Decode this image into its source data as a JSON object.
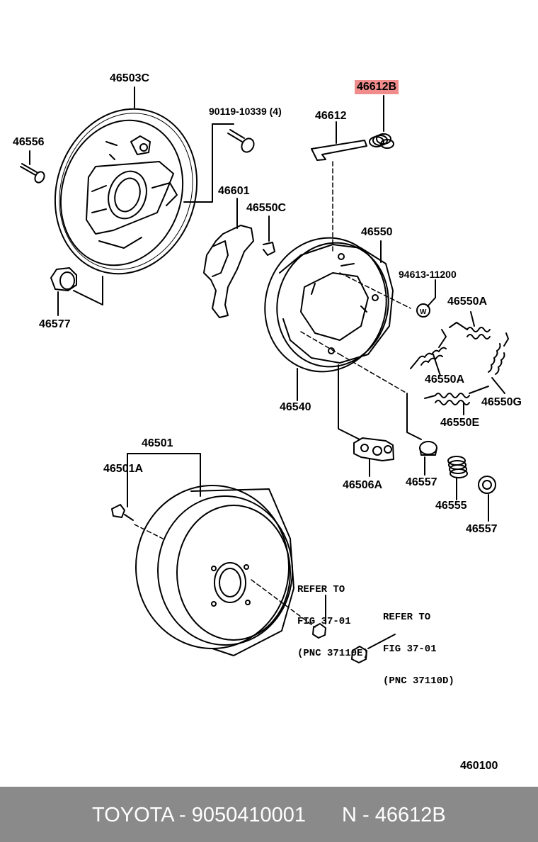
{
  "highlight_color": "#f08c8c",
  "part_labels": {
    "backing_plate": "46503C",
    "highlighted_part": "46612B",
    "bolt": "90119-10339 (4)",
    "strut": "46612",
    "plug_bolt": "46556",
    "lever": "46601",
    "clip_c": "46550C",
    "shoe_set": "46550",
    "washer": "94613-11200",
    "spring_a_top": "46550A",
    "spring_a_mid": "46550A",
    "spring_g": "46550G",
    "spring_e": "46550E",
    "grommet": "46577",
    "shoe": "46540",
    "drum": "46501",
    "hub_bolt": "46501A",
    "wheel_cylinder": "46506A",
    "cup_1": "46557",
    "spring_55": "46555",
    "cup_2": "46557",
    "drawing_number": "460100"
  },
  "refer_1": {
    "line1": "REFER TO",
    "line2": "FIG 37-01",
    "line3": "(PNC 37110E)"
  },
  "refer_2": {
    "line1": "REFER TO",
    "line2": "FIG 37-01",
    "line3": "(PNC 37110D)"
  },
  "footer": {
    "brand_code": "TOYOTA - 9050410001",
    "part_ref": "N - 46612B"
  }
}
